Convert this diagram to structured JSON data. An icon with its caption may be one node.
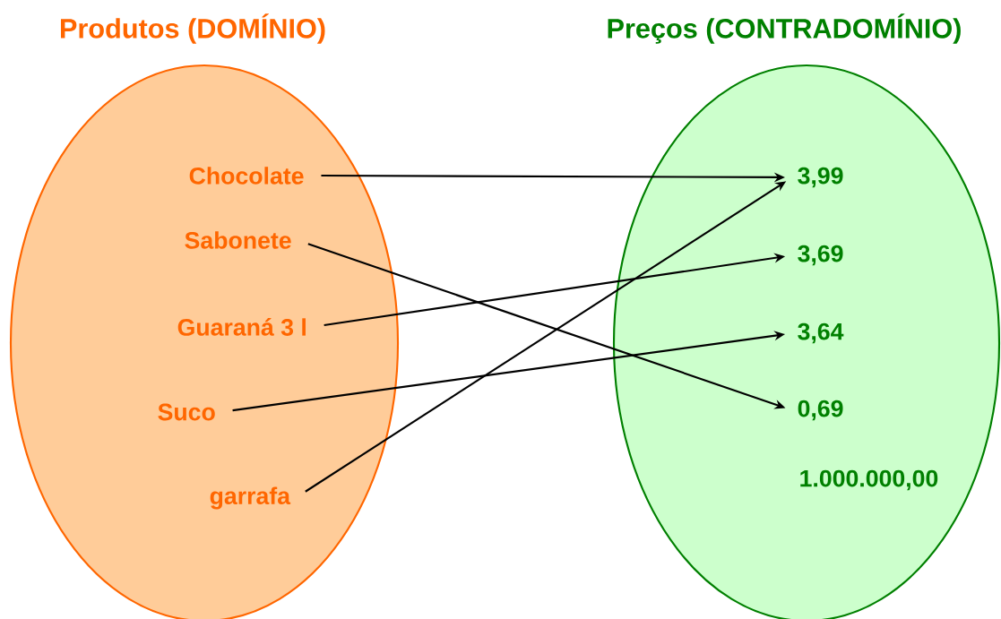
{
  "diagram": {
    "nodes": [
      {
        "text": [
          "Produtos (DOMÍNIO)"
        ]
      },
      {
        "text": [
          "Preços (CONTRADOMÍNIO)"
        ]
      },
      {
        "text": [
          "Chocolate"
        ],
        "in": 0
      },
      {
        "text": [
          "Sabonete"
        ],
        "in": 0
      },
      {
        "text": [
          "Guaraná 3 l"
        ],
        "in": 0
      },
      {
        "text": [
          "Suco"
        ],
        "in": 0
      },
      {
        "text": [
          "garrafa"
        ],
        "in": 0
      },
      {
        "text": [
          "3,99"
        ],
        "in": 1
      },
      {
        "text": [
          "3,69"
        ],
        "in": 1
      },
      {
        "text": [
          "3,64"
        ],
        "in": 1
      },
      {
        "text": [
          "0,69"
        ],
        "in": 1
      },
      {
        "text": [
          "1.000.000,00"
        ],
        "in": 1
      }
    ],
    "edges": [
      {
        "from": 2,
        "to": 7,
        "arrow": "to"
      },
      {
        "from": 3,
        "to": 10,
        "arrow": "to"
      },
      {
        "from": 4,
        "to": 8,
        "arrow": "to"
      },
      {
        "from": 5,
        "to": 9,
        "arrow": "to"
      },
      {
        "from": 6,
        "to": 7,
        "arrow": "to"
      }
    ]
  }
}
